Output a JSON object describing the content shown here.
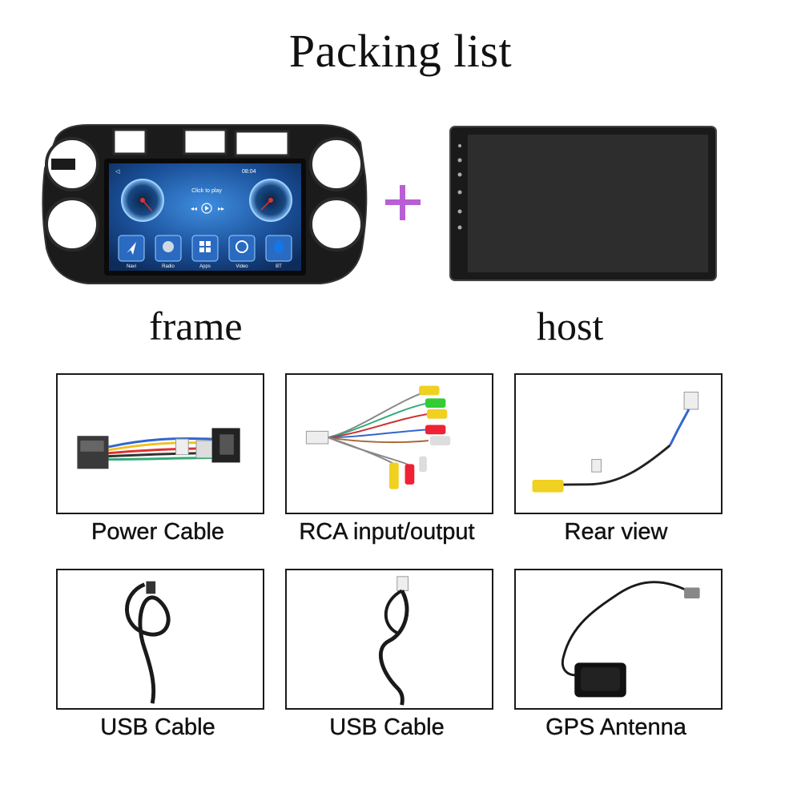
{
  "title": "Packing list",
  "top_items": {
    "frame_label": "frame",
    "host_label": "host",
    "plus_icon": "plus-icon"
  },
  "frame_screen": {
    "time": "08:04",
    "click_to_play": "Click to play",
    "apps": [
      "Navi",
      "Radio",
      "Apps",
      "Video",
      "BT"
    ]
  },
  "accessories": [
    {
      "label": "Power Cable",
      "icon": "power-cable-image"
    },
    {
      "label": "RCA input/output",
      "icon": "rca-cable-image"
    },
    {
      "label": "Rear view",
      "icon": "rear-view-cable-image"
    },
    {
      "label": "USB Cable",
      "icon": "usb-cable-image"
    },
    {
      "label": "USB Cable",
      "icon": "usb-cable-image"
    },
    {
      "label": "GPS Antenna",
      "icon": "gps-antenna-image"
    }
  ],
  "colors": {
    "plus": "#b85fd6",
    "frame_body": "#1c1c1c",
    "screen_blue": "#1d4f8f"
  }
}
